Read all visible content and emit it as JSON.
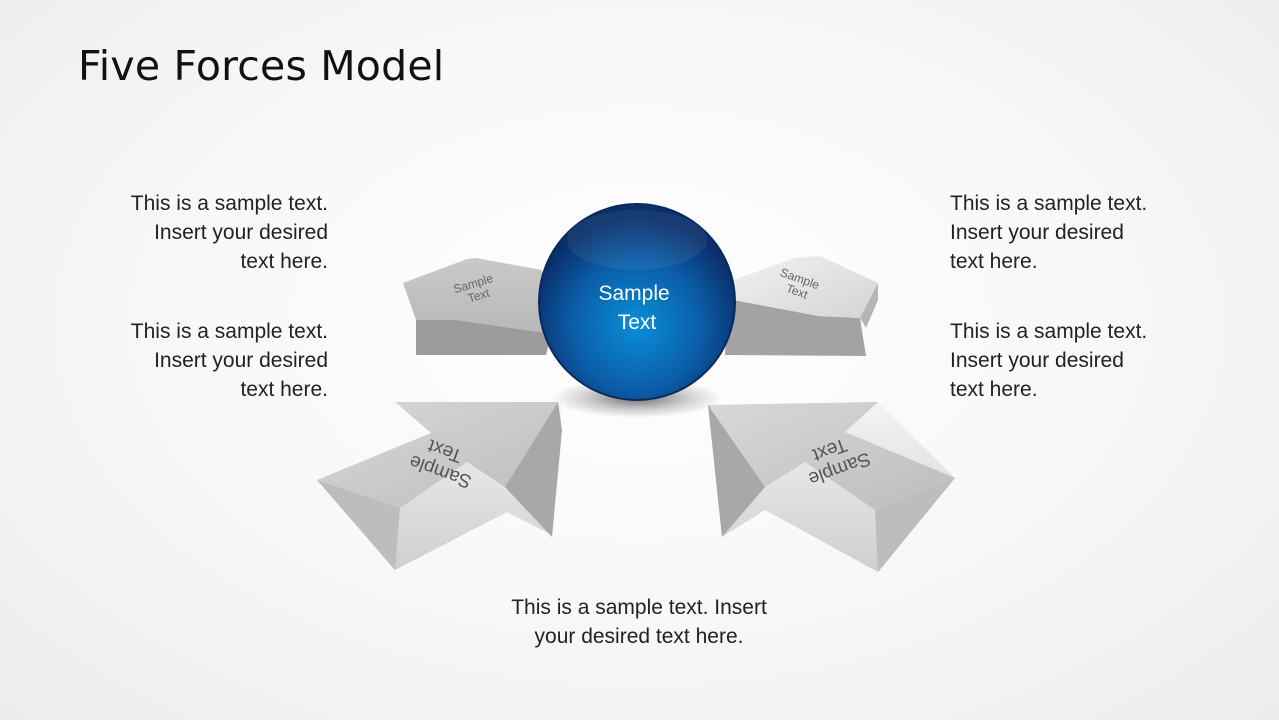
{
  "slide": {
    "title": "Five Forces Model"
  },
  "center": {
    "label": [
      "Sample",
      "Text"
    ],
    "colors": {
      "core": "#0a8fd8",
      "mid": "#0b5da8",
      "edge": "#0a2f6a"
    }
  },
  "arrows": [
    {
      "id": "top-left",
      "label": [
        "Sample",
        "Text"
      ]
    },
    {
      "id": "top-right",
      "label": [
        "Sample",
        "Text"
      ]
    },
    {
      "id": "bottom-left",
      "label": [
        "Sample",
        "Text"
      ]
    },
    {
      "id": "bottom-right",
      "label": [
        "Sample",
        "Text"
      ]
    }
  ],
  "callouts": {
    "left_top": [
      "This is a sample text.",
      "Insert your desired",
      "text here."
    ],
    "left_bottom": [
      "This is a sample text.",
      "Insert your desired",
      "text here."
    ],
    "right_top": [
      "This is a sample text.",
      "Insert your desired",
      "text here."
    ],
    "right_bottom": [
      "This is a sample text.",
      "Insert your desired",
      "text here."
    ],
    "bottom": [
      "This is a sample text. Insert",
      "your desired text here."
    ]
  }
}
